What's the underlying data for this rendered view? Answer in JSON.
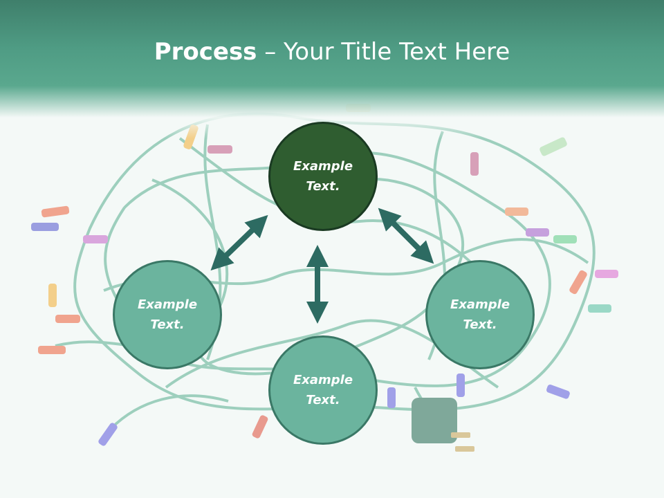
{
  "slide": {
    "title_bold": "Process",
    "title_rest": " – Your Title Text Here",
    "nodes": {
      "top": {
        "label_line1": "Example",
        "label_line2": "Text."
      },
      "left": {
        "label_line1": "Example",
        "label_line2": "Text."
      },
      "right": {
        "label_line1": "Example",
        "label_line2": "Text."
      },
      "bottom": {
        "label_line1": "Example",
        "label_line2": "Text."
      }
    }
  },
  "colors": {
    "header": "#4f9c84",
    "node_active": "#2f5d30",
    "node": "#6bb49e",
    "arrow": "#2d6b62"
  }
}
